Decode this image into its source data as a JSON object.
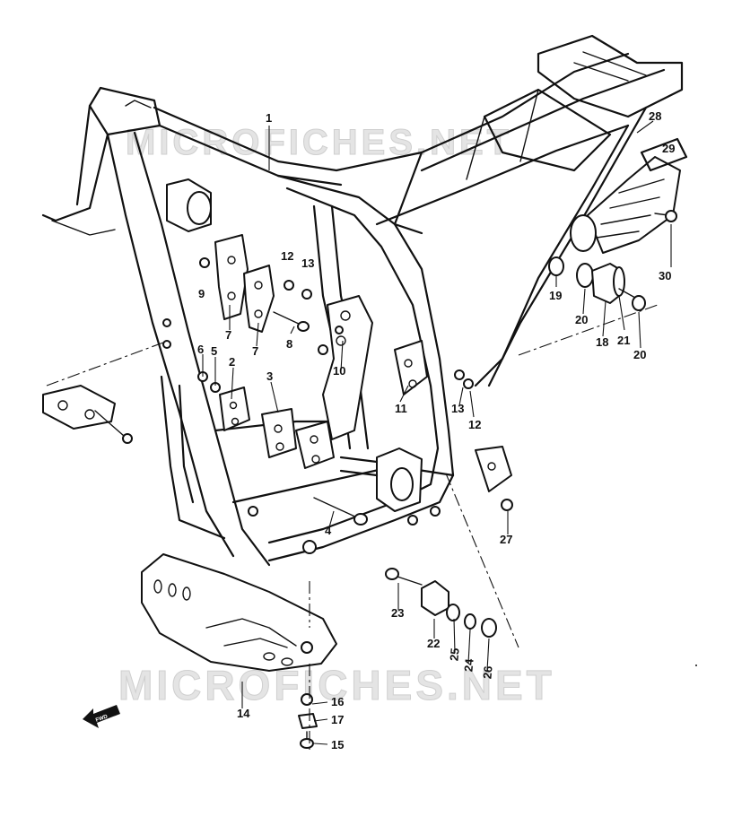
{
  "watermarks": [
    "MICROFICHES.NET",
    "MICROFICHES.NET"
  ],
  "front_arrow_label": "FWD",
  "callouts": [
    {
      "id": "c1",
      "label": "1"
    },
    {
      "id": "c2",
      "label": "2"
    },
    {
      "id": "c3",
      "label": "3"
    },
    {
      "id": "c4",
      "label": "4"
    },
    {
      "id": "c5",
      "label": "5"
    },
    {
      "id": "c6",
      "label": "6"
    },
    {
      "id": "c7a",
      "label": "7"
    },
    {
      "id": "c7b",
      "label": "7"
    },
    {
      "id": "c8",
      "label": "8"
    },
    {
      "id": "c9",
      "label": "9"
    },
    {
      "id": "c10",
      "label": "10"
    },
    {
      "id": "c11",
      "label": "11"
    },
    {
      "id": "c12a",
      "label": "12"
    },
    {
      "id": "c12b",
      "label": "12"
    },
    {
      "id": "c13a",
      "label": "13"
    },
    {
      "id": "c13b",
      "label": "13"
    },
    {
      "id": "c14",
      "label": "14"
    },
    {
      "id": "c15",
      "label": "15"
    },
    {
      "id": "c16",
      "label": "16"
    },
    {
      "id": "c17",
      "label": "17"
    },
    {
      "id": "c18",
      "label": "18"
    },
    {
      "id": "c19",
      "label": "19"
    },
    {
      "id": "c20a",
      "label": "20"
    },
    {
      "id": "c20b",
      "label": "20"
    },
    {
      "id": "c21",
      "label": "21"
    },
    {
      "id": "c22",
      "label": "22"
    },
    {
      "id": "c23",
      "label": "23"
    },
    {
      "id": "c24",
      "label": "24"
    },
    {
      "id": "c25",
      "label": "25"
    },
    {
      "id": "c26",
      "label": "26"
    },
    {
      "id": "c27",
      "label": "27"
    },
    {
      "id": "c28",
      "label": "28"
    },
    {
      "id": "c29",
      "label": "29"
    },
    {
      "id": "c30",
      "label": "30"
    }
  ]
}
